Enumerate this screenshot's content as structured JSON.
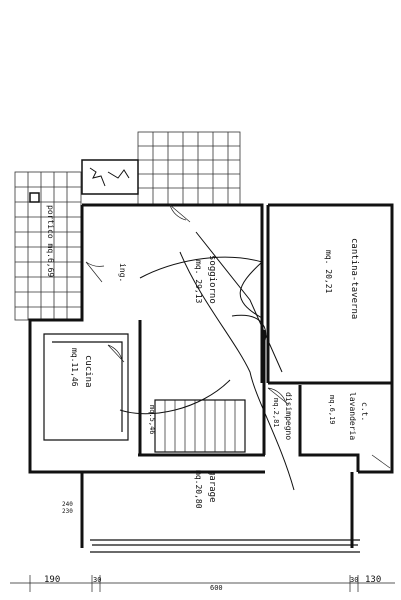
{
  "rooms": {
    "portico": "portico mq.6,69",
    "ingresso": "ing.",
    "soggiorno": "soggiorno",
    "soggiorno_area": "mq. 29,13",
    "cantina": "cantina-taverna",
    "cantina_area": "mq. 20,21",
    "cucina": "cucina",
    "cucina_area": "mq.11,46",
    "stair_area": "mq.5,46",
    "disimpegno": "disimpegno",
    "disimpegno_area": "mq.2,81",
    "ct": "c.t.",
    "lavanderia": "lavanderia",
    "lavanderia_area": "mq.6,19",
    "garage": "garage",
    "garage_area": "mq.20,80"
  },
  "dimensions": {
    "left": "190",
    "right": "130",
    "mid": "600",
    "small_left": "30",
    "small_right": "30",
    "garage_side_a": "240",
    "garage_side_b": "230"
  }
}
